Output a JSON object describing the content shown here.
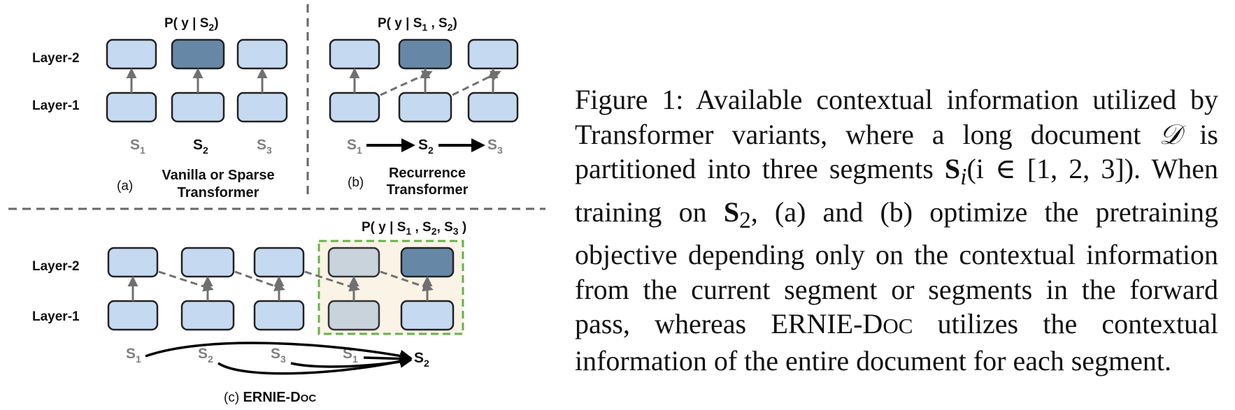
{
  "layer_labels": {
    "layer2": "Layer-2",
    "layer1": "Layer-1"
  },
  "panel_a": {
    "objective_prefix": "P( y | S",
    "objective_sub": "2",
    "objective_suffix": ")",
    "seg_letter": "S",
    "seg_subs": [
      "1",
      "2",
      "3"
    ],
    "tag": "(a)",
    "title_line1": "Vanilla or Sparse",
    "title_line2": "Transformer"
  },
  "panel_b": {
    "objective_prefix": "P( y | S",
    "objective_sub1": "1",
    "objective_mid": " , S",
    "objective_sub2": "2",
    "objective_suffix": ")",
    "seg_letter": "S",
    "seg_subs": [
      "1",
      "2",
      "3"
    ],
    "tag": "(b)",
    "title_line1": "Recurrence",
    "title_line2": "Transformer"
  },
  "panel_c": {
    "objective_prefix": "P( y | S",
    "objective_sub1": "1",
    "objective_mid1": " , S",
    "objective_sub2": "2",
    "objective_mid2": ", S",
    "objective_sub3": "3",
    "objective_suffix": " )",
    "seg_letter": "S",
    "seg_subs": [
      "1",
      "2",
      "3",
      "1",
      "2"
    ],
    "tag": "(c) ",
    "title_1": "ERNIE-D",
    "title_2": "OC"
  },
  "caption": {
    "lead": "Figure 1: Available contextual information utilized by Transformer variants, where a long document ",
    "doc_symbol": "𝒟",
    "mid1": " is partitioned into three segments ",
    "seg_bold": "S",
    "seg_sub": "i",
    "range": "(i ∈ [1, 2, 3]).  When training on ",
    "s2_bold": "S",
    "s2_sub": "2",
    "mid2": ", (a) and (b) optimize the pretraining objective depending only on the contextual information from the current segment or segments in the forward pass, whereas ",
    "ernie": "ERNIE-D",
    "oc": "OC",
    "tail": " utilizes the contextual information of the entire document for each segment."
  },
  "colors": {
    "block_light": "#c5d9f1",
    "block_dark": "#6688a6",
    "block_grey": "#c8d3dc",
    "highlight_bg": "#faf3e6",
    "highlight_border": "#6ab04c",
    "arrow": "#707070",
    "divider": "#666666"
  }
}
